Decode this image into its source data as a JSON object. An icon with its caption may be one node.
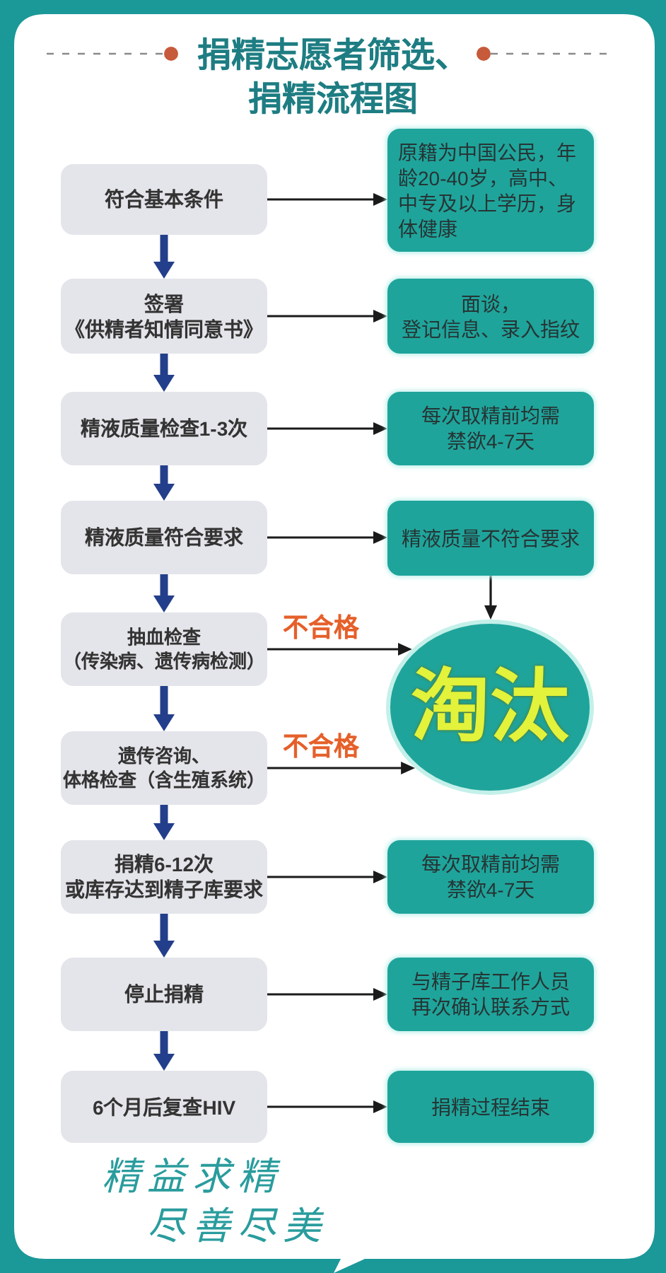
{
  "diagram": {
    "title": "捐精志愿者筛选、捐精流程图",
    "nodes": [
      {
        "text": [
          "符合基本条件"
        ]
      },
      {
        "text": [
          "原籍为中国公民，年龄20-40岁，高中、中专及以上学历，身体健康"
        ]
      },
      {
        "text": [
          "签署《供精者知情同意书》"
        ]
      },
      {
        "text": [
          "面谈，登记信息、录入指纹"
        ]
      },
      {
        "text": [
          "精液质量检查1-3次"
        ]
      },
      {
        "text": [
          "每次取精前均需禁欲4-7天"
        ]
      },
      {
        "text": [
          "精液质量符合要求"
        ]
      },
      {
        "text": [
          "精液质量不符合要求"
        ]
      },
      {
        "text": [
          "抽血检查（传染病、遗传病检测）"
        ]
      },
      {
        "text": [
          "淘汰"
        ]
      },
      {
        "text": [
          "遗传咨询、体格检查（含生殖系统）"
        ]
      },
      {
        "text": [
          "捐精6-12次或库存达到精子库要求"
        ]
      },
      {
        "text": [
          "每次取精前均需禁欲4-7天"
        ]
      },
      {
        "text": [
          "停止捐精"
        ]
      },
      {
        "text": [
          "与精子库工作人员再次确认联系方式"
        ]
      },
      {
        "text": [
          "6个月后复查HIV"
        ]
      },
      {
        "text": [
          "捐精过程结束"
        ]
      }
    ],
    "edges": [
      {
        "from": 0,
        "to": 1,
        "arrow": "to"
      },
      {
        "from": 0,
        "to": 2,
        "arrow": "to",
        "style": "thick",
        "color": "#233e8b"
      },
      {
        "from": 2,
        "to": 3,
        "arrow": "to"
      },
      {
        "from": 2,
        "to": 4,
        "arrow": "to",
        "style": "thick",
        "color": "#233e8b"
      },
      {
        "from": 4,
        "to": 5,
        "arrow": "to"
      },
      {
        "from": 4,
        "to": 6,
        "arrow": "to",
        "style": "thick",
        "color": "#233e8b"
      },
      {
        "from": 6,
        "to": 7,
        "arrow": "to"
      },
      {
        "from": 6,
        "to": 8,
        "arrow": "to",
        "style": "thick",
        "color": "#233e8b"
      },
      {
        "from": 7,
        "to": 9,
        "arrow": "to"
      },
      {
        "from": 8,
        "to": 9,
        "arrow": "to",
        "label": "不合格"
      },
      {
        "from": 8,
        "to": 10,
        "arrow": "to",
        "style": "thick",
        "color": "#233e8b"
      },
      {
        "from": 10,
        "to": 9,
        "arrow": "to",
        "label": "不合格"
      },
      {
        "from": 10,
        "to": 11,
        "arrow": "to",
        "style": "thick",
        "color": "#233e8b"
      },
      {
        "from": 11,
        "to": 12,
        "arrow": "to"
      },
      {
        "from": 11,
        "to": 13,
        "arrow": "to",
        "style": "thick",
        "color": "#233e8b"
      },
      {
        "from": 13,
        "to": 14,
        "arrow": "to"
      },
      {
        "from": 13,
        "to": 15,
        "arrow": "to",
        "style": "thick",
        "color": "#233e8b"
      },
      {
        "from": 15,
        "to": 16,
        "arrow": "to"
      }
    ],
    "labels": [
      "精益求精",
      "尽善尽美"
    ]
  }
}
